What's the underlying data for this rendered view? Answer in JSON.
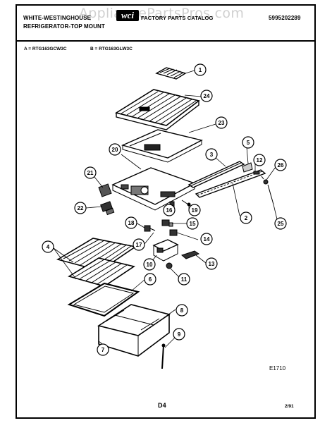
{
  "header": {
    "left_line1": "WHITE-WESTINGHOUSE",
    "left_line2": "REFRIGERATOR-TOP MOUNT",
    "center_text": "FACTORY PARTS CATALOG",
    "logo_text": "wci",
    "part_number": "5995202289",
    "watermark": "AppliancePartsPros.com"
  },
  "models": {
    "a": "A = RTG163GCW3C",
    "b": "B = RTG163GLW3C"
  },
  "callouts": [
    "1",
    "2",
    "3",
    "4",
    "5",
    "6",
    "7",
    "8",
    "9",
    "10",
    "11",
    "12",
    "13",
    "14",
    "15",
    "16",
    "17",
    "18",
    "19",
    "20",
    "21",
    "22",
    "23",
    "24",
    "25",
    "26"
  ],
  "footer": {
    "figure_code": "E1710",
    "page": "D4",
    "date": "2/91"
  }
}
